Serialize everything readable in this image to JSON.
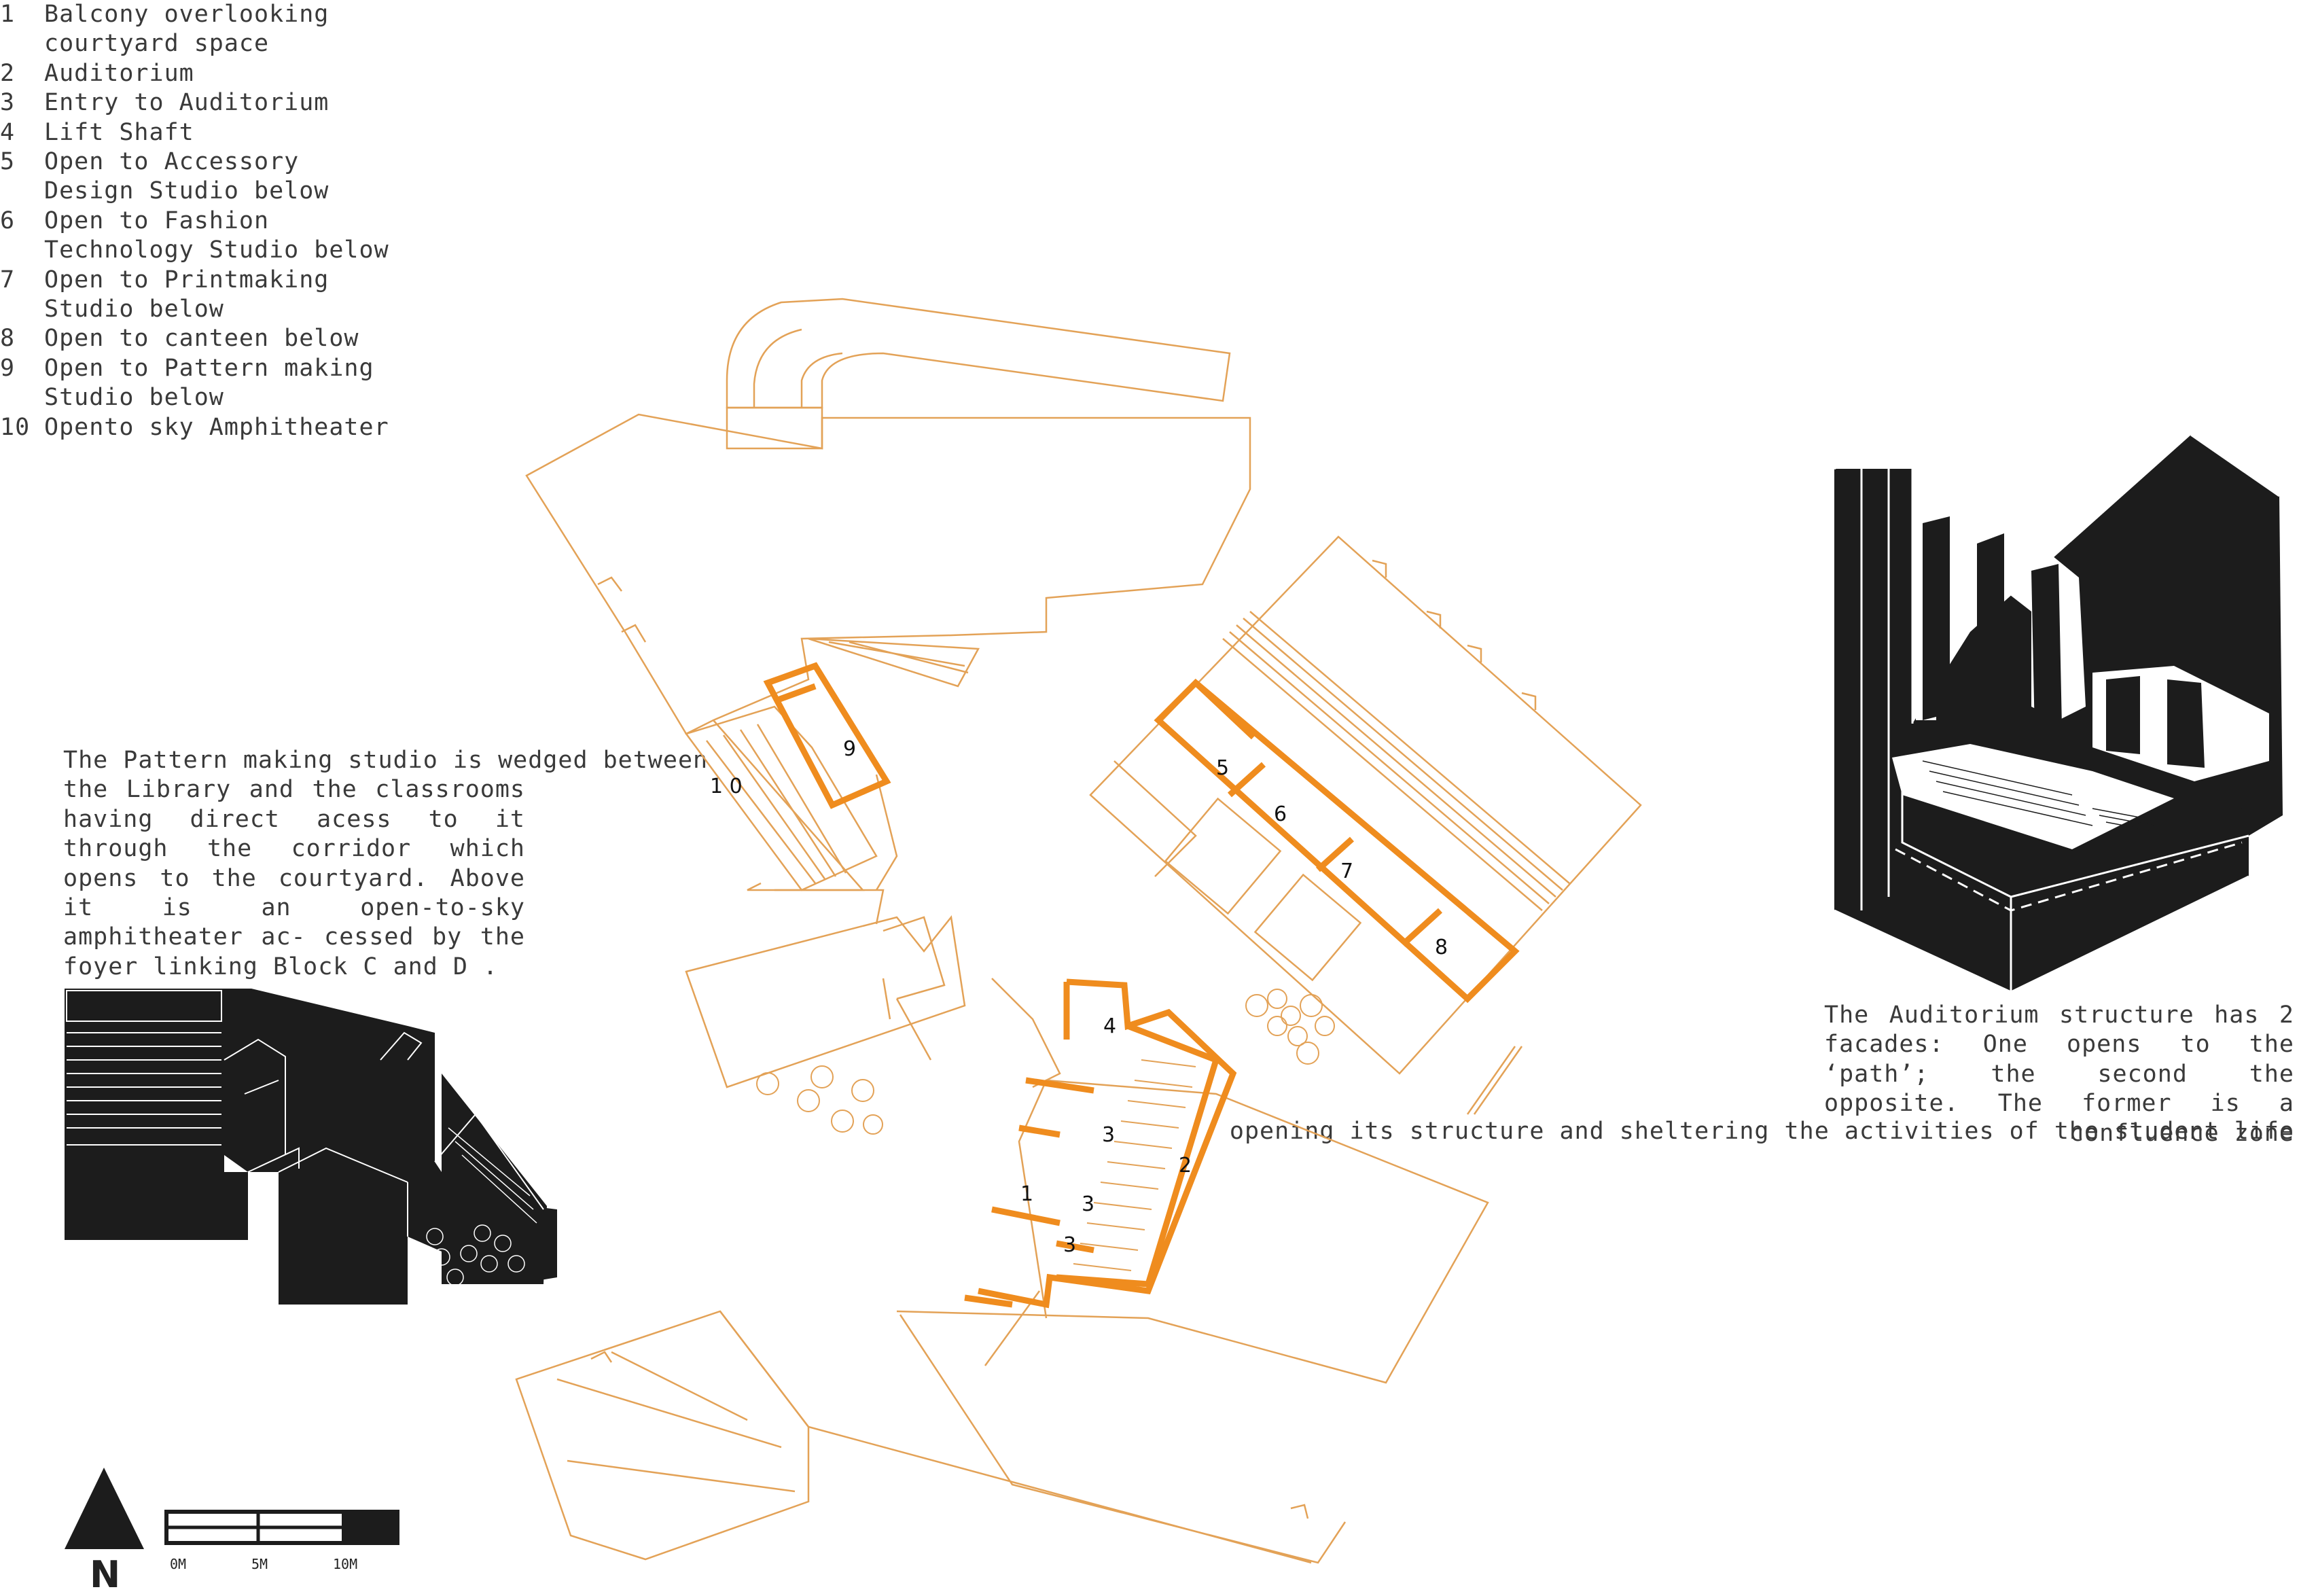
{
  "legend": [
    {
      "num": "1",
      "text": "Balcony overlooking\ncourtyard space"
    },
    {
      "num": "2",
      "text": "Auditorium"
    },
    {
      "num": "3",
      "text": "Entry to Auditorium"
    },
    {
      "num": "4",
      "text": "Lift Shaft"
    },
    {
      "num": "5",
      "text": "Open to Accessory\nDesign Studio below"
    },
    {
      "num": "6",
      "text": "Open to Fashion\nTechnology Studio below"
    },
    {
      "num": "7",
      "text": "Open to Printmaking\nStudio below"
    },
    {
      "num": "8",
      "text": "Open to canteen below"
    },
    {
      "num": "9",
      "text": "Open to Pattern making\nStudio below"
    },
    {
      "num": "10",
      "text": "Opento sky Amphitheater"
    }
  ],
  "pattern_text": {
    "first_line": "The Pattern making studio is wedged between",
    "rest": "the Library and the classrooms having direct acess to it through the corridor which opens to the courtyard. Above it is an open-to-sky amphitheater ac- cessed by the foyer linking Block C and D ."
  },
  "auditorium_text": {
    "main": "The Auditorium structure has 2 facades: One opens to the ‘path’; the second the opposite. The former is a confluence zone",
    "tail": "opening its structure and sheltering the activities of the student life"
  },
  "plan_labels": {
    "l1": "1",
    "l2": "2",
    "l3a": "3",
    "l3b": "3",
    "l3c": "3",
    "l4": "4",
    "l5": "5",
    "l6": "6",
    "l7": "7",
    "l8": "8",
    "l9": "9",
    "l10": "1 0"
  },
  "north": {
    "letter": "N"
  },
  "scale_bar": {
    "labels": [
      "0M",
      "5M",
      "10M"
    ]
  },
  "colors": {
    "plan_line": "#e3a257",
    "highlight": "#ef8c1e",
    "dark": "#1c1c1c"
  }
}
